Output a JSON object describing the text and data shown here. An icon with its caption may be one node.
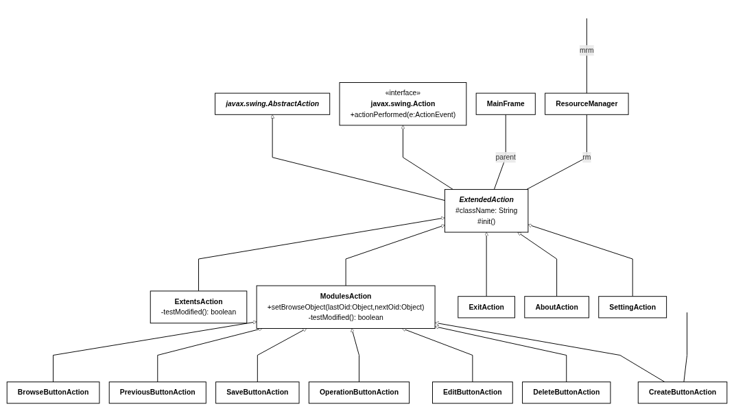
{
  "diagram": {
    "nodes": [
      {
        "text": [
          "javax.swing.AbstractAction"
        ]
      },
      {
        "text": [
          "«interface»",
          "javax.swing.Action",
          "+actionPerformed(e:ActionEvent)"
        ]
      },
      {
        "text": [
          "ExtendedAction",
          "#className: String",
          "#init()"
        ]
      },
      {
        "text": [
          "MainFrame"
        ]
      },
      {
        "text": [
          "ResourceManager"
        ]
      },
      {
        "text": [
          "ExitAction"
        ]
      },
      {
        "text": [
          "AboutAction"
        ]
      },
      {
        "text": [
          "ExtentsAction",
          "-testModified(): boolean"
        ]
      },
      {
        "text": [
          "ModulesAction",
          "+setBrowseObject(lastOid:Object,nextOid:Object)",
          "-testModified(): boolean"
        ]
      },
      {
        "text": [
          "SettingAction"
        ]
      },
      {
        "text": [
          "BrowseButtonAction"
        ]
      },
      {
        "text": [
          "PreviousButtonAction"
        ]
      },
      {
        "text": [
          "SaveButtonAction"
        ]
      },
      {
        "text": [
          "OperationButtonAction"
        ]
      },
      {
        "text": [
          "EditButtonAction"
        ]
      },
      {
        "text": [
          "DeleteButtonAction"
        ]
      },
      {
        "text": [
          "CreateButtonAction"
        ]
      }
    ],
    "edges": [
      {
        "from": 2,
        "to": 0,
        "arrow": "to"
      },
      {
        "from": 2,
        "to": 1,
        "arrow": "to"
      },
      {
        "from": 2,
        "to": 3,
        "arrow": "none",
        "label": "parent"
      },
      {
        "from": 2,
        "to": 4,
        "arrow": "none",
        "label": "rm"
      },
      {
        "from": 4,
        "to": null,
        "arrow": "none",
        "label": "mrm"
      },
      {
        "from": 7,
        "to": 2,
        "arrow": "to"
      },
      {
        "from": 8,
        "to": 2,
        "arrow": "to"
      },
      {
        "from": 5,
        "to": 2,
        "arrow": "to"
      },
      {
        "from": 6,
        "to": 2,
        "arrow": "to"
      },
      {
        "from": 9,
        "to": 2,
        "arrow": "to"
      },
      {
        "from": 10,
        "to": 8,
        "arrow": "to"
      },
      {
        "from": 11,
        "to": 8,
        "arrow": "to"
      },
      {
        "from": 12,
        "to": 8,
        "arrow": "to"
      },
      {
        "from": 13,
        "to": 8,
        "arrow": "to"
      },
      {
        "from": 14,
        "to": 8,
        "arrow": "to"
      },
      {
        "from": 15,
        "to": 8,
        "arrow": "to"
      },
      {
        "from": 16,
        "to": 8,
        "arrow": "to"
      },
      {
        "from": 16,
        "to": null,
        "arrow": "none"
      }
    ]
  }
}
